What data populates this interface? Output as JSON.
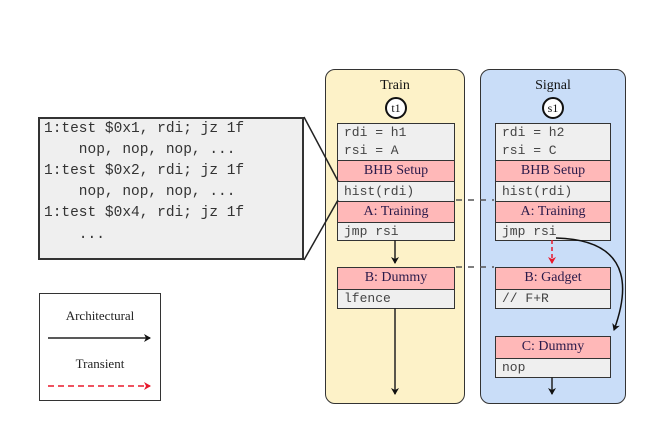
{
  "code_listing": {
    "lines": [
      "1:test $0x1, rdi; jz 1f",
      "    nop, nop, nop, ...",
      "1:test $0x2, rdi; jz 1f",
      "    nop, nop, nop, ...",
      "1:test $0x4, rdi; jz 1f",
      "    ..."
    ]
  },
  "legend": {
    "architectural_label": "Architectural",
    "transient_label": "Transient",
    "architectural_color": "#111111",
    "transient_color": "#e8192c"
  },
  "train": {
    "title": "Train",
    "badge": "t1",
    "init": [
      "rdi = h1",
      "rsi = A"
    ],
    "bhb_setup": "BHB Setup",
    "hist": "hist(rdi)",
    "training": "A: Training",
    "jmp": "jmp rsi",
    "dummy_head": "B: Dummy",
    "dummy_code": "lfence",
    "color": "#fdf2c8"
  },
  "signal": {
    "title": "Signal",
    "badge": "s1",
    "init": [
      "rdi = h2",
      "rsi = C"
    ],
    "bhb_setup": "BHB Setup",
    "hist": "hist(rdi)",
    "training": "A: Training",
    "jmp": "jmp rsi",
    "gadget_head": "B: Gadget",
    "gadget_code": "// F+R",
    "dummy_head": "C: Dummy",
    "dummy_code": "nop",
    "color": "#c9ddf8"
  }
}
